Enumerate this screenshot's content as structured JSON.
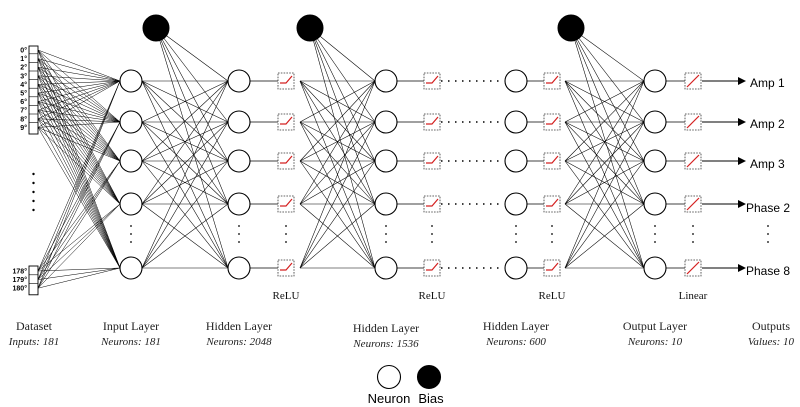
{
  "dataset": {
    "title": "Dataset",
    "subtitle": "Inputs: 181",
    "top_inputs": [
      "0°",
      "1°",
      "2°",
      "3°",
      "4°",
      "5°",
      "6°",
      "7°",
      "8°",
      "9°"
    ],
    "bottom_inputs": [
      "178°",
      "179°",
      "180°"
    ]
  },
  "layers": [
    {
      "title": "Input Layer",
      "subtitle": "Neurons: 181"
    },
    {
      "title": "Hidden Layer",
      "subtitle": "Neurons: 2048"
    },
    {
      "title": "Hidden Layer",
      "subtitle": "Neurons: 1536"
    },
    {
      "title": "Hidden Layer",
      "subtitle": "Neurons: 600"
    },
    {
      "title": "Output Layer",
      "subtitle": "Neurons: 10"
    }
  ],
  "outputs": {
    "title": "Outputs",
    "subtitle": "Values: 10",
    "labels": [
      "Amp 1",
      "Amp 2",
      "Amp 3",
      "Phase 2",
      "Phase 8"
    ]
  },
  "activations": [
    "ReLU",
    "ReLU",
    "ReLU",
    "Linear"
  ],
  "legend": {
    "neuron": "Neuron",
    "bias": "Bias"
  },
  "colors": {
    "neuron_fill": "#ffffff",
    "bias_fill": "#000000",
    "activation_line": "#d42020",
    "edge": "#000000"
  }
}
